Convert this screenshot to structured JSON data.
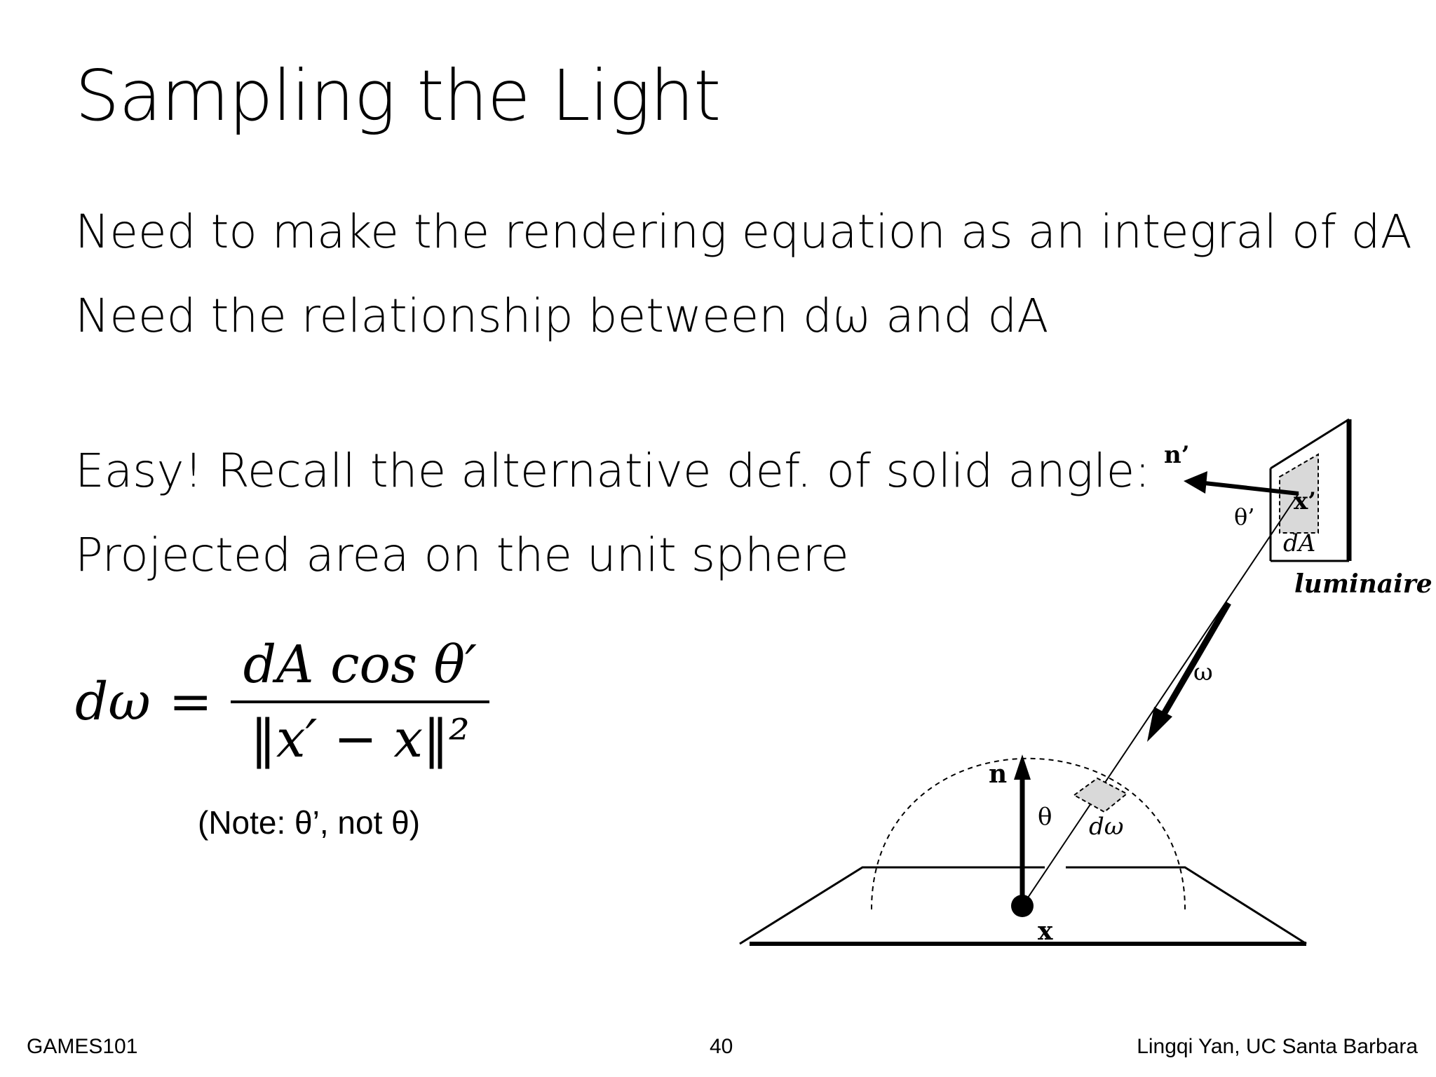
{
  "slide": {
    "title": "Sampling the Light",
    "bullets": [
      "Need to make the rendering equation as an integral of dA",
      "Need the relationship between dω and dA",
      "Easy! Recall the alternative def. of solid angle:",
      "Projected area on the unit sphere"
    ],
    "formula": {
      "lhs": "dω",
      "eq": "=",
      "numerator": "dA cos θ′",
      "denominator": "‖x′ − x‖²"
    },
    "note": "(Note: θ’, not θ)"
  },
  "diagram": {
    "labels": {
      "n_prime": "n’",
      "x_prime": "x’",
      "theta_prime": "θ’",
      "dA": "dA",
      "luminaire": "luminaire",
      "omega": "ω",
      "n": "n",
      "theta": "θ",
      "d_omega": "dω",
      "x": "x"
    }
  },
  "footer": {
    "left": "GAMES101",
    "page_number": "40",
    "right": "Lingqi Yan, UC Santa Barbara"
  }
}
